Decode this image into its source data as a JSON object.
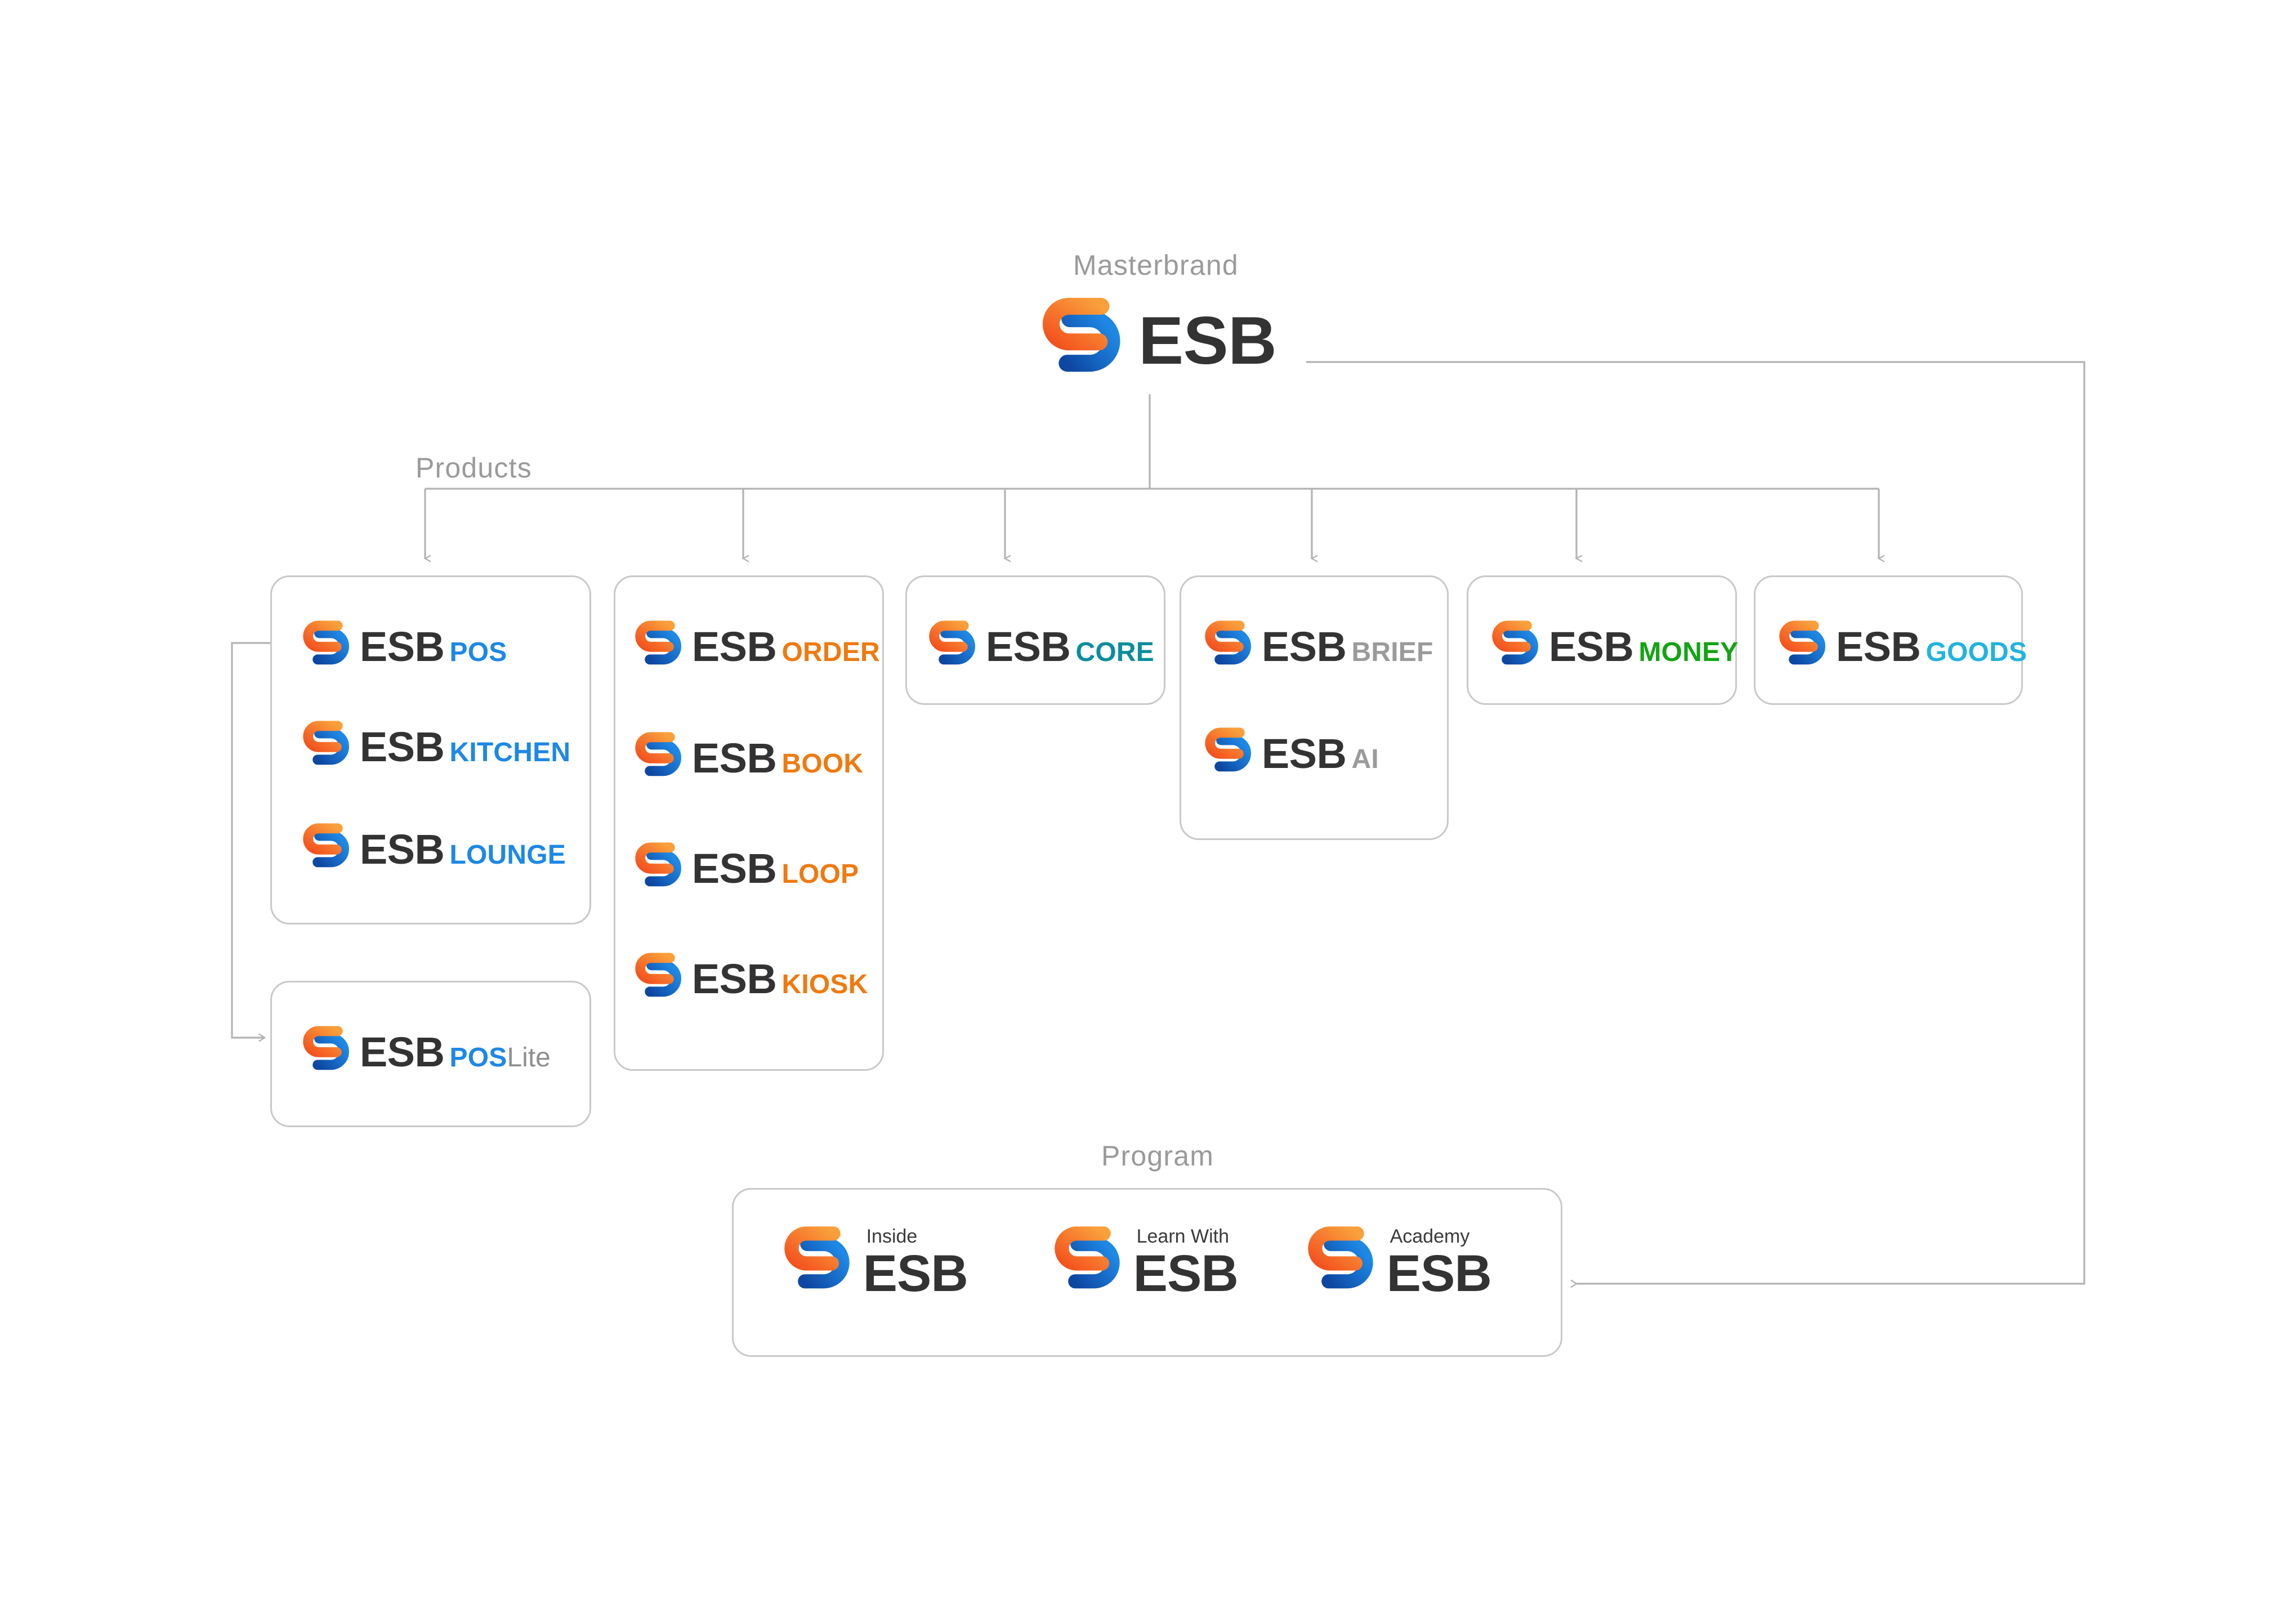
{
  "labels": {
    "masterbrand": "Masterbrand",
    "products": "Products",
    "program": "Program"
  },
  "colors": {
    "brand_orange_dark": "#f4511e",
    "brand_orange_light": "#f9a03c",
    "brand_blue_dark": "#0d47a1",
    "brand_blue_light": "#1e88e5",
    "wordmark_dark": "#333333",
    "sub_blue": "#1e88e5",
    "sub_orange": "#ef7a10",
    "sub_teal": "#0b8e9c",
    "sub_gray": "#9b9b9b",
    "sub_green": "#14a314",
    "sub_cyan": "#22b3e0",
    "connector": "#b3b3b3",
    "card_border": "#c9c9c9",
    "label_gray": "#9a9a9a"
  },
  "masterbrand": {
    "name": "masterbrand-logo",
    "word": "ESB",
    "suffix": ""
  },
  "products": [
    {
      "card": "card-pos-family",
      "items": [
        {
          "word": "ESB",
          "suffix": "POS",
          "suffix_color": "#1e88e5",
          "suffix2": ""
        },
        {
          "word": "ESB",
          "suffix": "KITCHEN",
          "suffix_color": "#1e88e5",
          "suffix2": ""
        },
        {
          "word": "ESB",
          "suffix": "LOUNGE",
          "suffix_color": "#1e88e5",
          "suffix2": ""
        }
      ]
    },
    {
      "card": "card-order-family",
      "items": [
        {
          "word": "ESB",
          "suffix": "ORDER",
          "suffix_color": "#ef7a10",
          "suffix2": ""
        },
        {
          "word": "ESB",
          "suffix": "BOOK",
          "suffix_color": "#ef7a10",
          "suffix2": ""
        },
        {
          "word": "ESB",
          "suffix": "LOOP",
          "suffix_color": "#ef7a10",
          "suffix2": ""
        },
        {
          "word": "ESB",
          "suffix": "KIOSK",
          "suffix_color": "#ef7a10",
          "suffix2": ""
        }
      ]
    },
    {
      "card": "card-core",
      "items": [
        {
          "word": "ESB",
          "suffix": "CORE",
          "suffix_color": "#0b8e9c",
          "suffix2": ""
        }
      ]
    },
    {
      "card": "card-brief-ai",
      "items": [
        {
          "word": "ESB",
          "suffix": "BRIEF",
          "suffix_color": "#9b9b9b",
          "suffix2": ""
        },
        {
          "word": "ESB",
          "suffix": "AI",
          "suffix_color": "#9b9b9b",
          "suffix2": ""
        }
      ]
    },
    {
      "card": "card-money",
      "items": [
        {
          "word": "ESB",
          "suffix": "MONEY",
          "suffix_color": "#14a314",
          "suffix2": ""
        }
      ]
    },
    {
      "card": "card-goods",
      "items": [
        {
          "word": "ESB",
          "suffix": "GOODS",
          "suffix_color": "#22b3e0",
          "suffix2": ""
        }
      ]
    }
  ],
  "pos_lite": {
    "card": "card-pos-lite",
    "item": {
      "word": "ESB",
      "suffix": "POS",
      "suffix_color": "#1e88e5",
      "suffix2": "Lite",
      "suffix2_color": "#8f8f8f"
    }
  },
  "program": {
    "card": "card-program",
    "items": [
      {
        "descriptor": "Inside",
        "word": "ESB"
      },
      {
        "descriptor": "Learn With",
        "word": "ESB"
      },
      {
        "descriptor": "Academy",
        "word": "ESB"
      }
    ]
  }
}
